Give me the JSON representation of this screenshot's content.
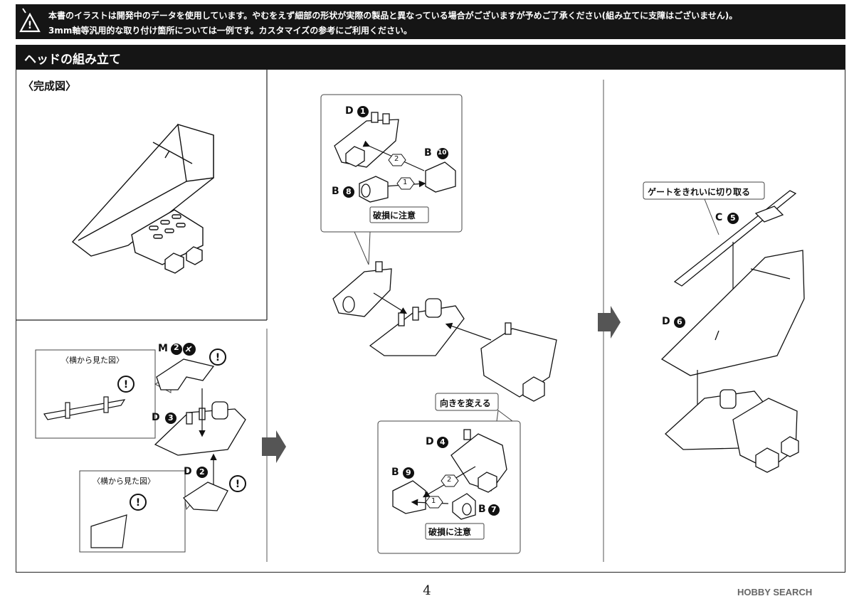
{
  "header": {
    "warning_icon": "warning-triangle-icon",
    "line1": "本書のイラストは開発中のデータを使用しています。やむをえず細部の形状が実際の製品と異なっている場合がございますが予めご了承ください(組み立てに支障はございません)。",
    "line2": "3mm軸等汎用的な取り付け箇所については一例です。カスタマイズの参考にご利用ください。"
  },
  "section": {
    "title": "ヘッドの組み立て"
  },
  "completed": {
    "title": "〈完成図〉"
  },
  "step1": {
    "side_view_top": "〈横から見た図〉",
    "side_view_bottom": "〈横から見た図〉",
    "part_m2": "M",
    "part_m2_num": "2",
    "part_d3": "D",
    "part_d3_num": "3",
    "part_d2": "D",
    "part_d2_num": "2",
    "warning_icon": "exclamation-icon",
    "cut_icon": "nipper-icon"
  },
  "step2": {
    "part_d1": "D",
    "part_d1_num": "1",
    "part_b10": "B",
    "part_b10_num": "10",
    "part_b8": "B",
    "part_b8_num": "8",
    "order_1": "1",
    "order_2": "2",
    "caution_top": "破損に注意",
    "turn_label": "向きを変える",
    "part_d4": "D",
    "part_d4_num": "4",
    "part_b9": "B",
    "part_b9_num": "9",
    "part_b7": "B",
    "part_b7_num": "7",
    "order_2b": "2",
    "order_1b": "1",
    "caution_bottom": "破損に注意"
  },
  "step3": {
    "gate_label": "ゲートをきれいに切り取る",
    "part_c5": "C",
    "part_c5_num": "5",
    "part_d6": "D",
    "part_d6_num": "6"
  },
  "footer": {
    "page_number": "4",
    "watermark": "HOBBY SEARCH"
  },
  "colors": {
    "bar": "#151515",
    "ink": "#111111",
    "paper": "#ffffff"
  }
}
